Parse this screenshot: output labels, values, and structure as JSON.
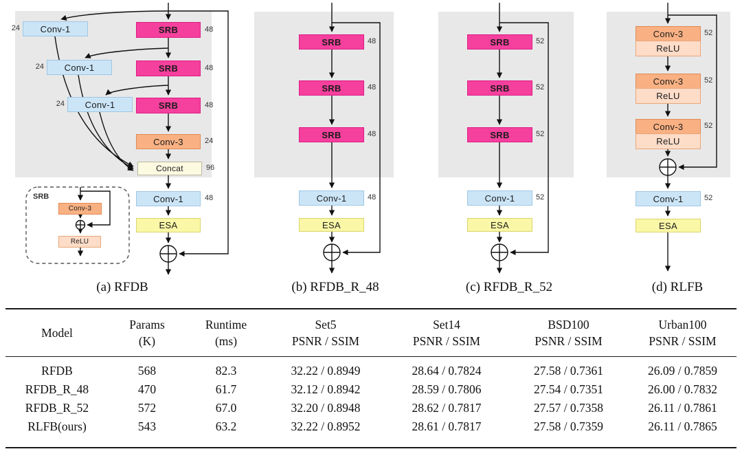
{
  "panels": [
    {
      "caption": "(a) RFDB",
      "blocks": {
        "srb": "SRB",
        "conv1_side": "Conv-1",
        "conv3": "Conv-3",
        "concat": "Concat",
        "conv1": "Conv-1",
        "esa": "ESA"
      },
      "channels": {
        "srb": "48",
        "side": "24",
        "conv3": "24",
        "concat": "96",
        "conv1": "48"
      },
      "inset": {
        "title": "SRB",
        "conv3": "Conv-3",
        "relu": "ReLU"
      }
    },
    {
      "caption": "(b) RFDB_R_48",
      "blocks": {
        "srb": "SRB",
        "conv1": "Conv-1",
        "esa": "ESA"
      },
      "channels": {
        "srb": "48",
        "conv1": "48"
      }
    },
    {
      "caption": "(c) RFDB_R_52",
      "blocks": {
        "srb": "SRB",
        "conv1": "Conv-1",
        "esa": "ESA"
      },
      "channels": {
        "srb": "52",
        "conv1": "52"
      }
    },
    {
      "caption": "(d) RLFB",
      "blocks": {
        "conv3": "Conv-3",
        "relu": "ReLU",
        "conv1": "Conv-1",
        "esa": "ESA"
      },
      "channels": {
        "conv3": "52",
        "conv1": "52"
      }
    }
  ],
  "table": {
    "headers": [
      {
        "line1": "Model",
        "line2": ""
      },
      {
        "line1": "Params",
        "line2": "(K)"
      },
      {
        "line1": "Runtime",
        "line2": "(ms)"
      },
      {
        "line1": "Set5",
        "line2": "PSNR / SSIM"
      },
      {
        "line1": "Set14",
        "line2": "PSNR / SSIM"
      },
      {
        "line1": "BSD100",
        "line2": "PSNR / SSIM"
      },
      {
        "line1": "Urban100",
        "line2": "PSNR / SSIM"
      }
    ],
    "rows": [
      {
        "model": "RFDB",
        "params": "568",
        "runtime": "82.3",
        "set5": "32.22 / 0.8949",
        "set14": "28.64 / 0.7824",
        "bsd100": "27.58 / 0.7361",
        "urban100": "26.09 / 0.7859"
      },
      {
        "model": "RFDB_R_48",
        "params": "470",
        "runtime": "61.7",
        "set5": "32.12 / 0.8942",
        "set14": "28.59 / 0.7806",
        "bsd100": "27.54 / 0.7351",
        "urban100": "26.00 / 0.7832"
      },
      {
        "model": "RFDB_R_52",
        "params": "572",
        "runtime": "67.0",
        "set5": "32.20 / 0.8948",
        "set14": "28.62 / 0.7817",
        "bsd100": "27.57 / 0.7358",
        "urban100": "26.11 / 0.7861"
      },
      {
        "model": "RLFB(ours)",
        "params": "543",
        "runtime": "63.2",
        "set5": "32.22 / 0.8952",
        "set14": "28.61 / 0.7817",
        "bsd100": "27.58 / 0.7359",
        "urban100": "26.11 / 0.7865"
      }
    ]
  },
  "colors": {
    "srb": "#F5409D",
    "conv1": "#CBE5F7",
    "conv3": "#F9B183",
    "relu": "#FDDCC8",
    "concat": "#FCFAE1",
    "esa": "#FAF7A6",
    "panel_bg": "#E8E8E8",
    "line": "#111111"
  }
}
